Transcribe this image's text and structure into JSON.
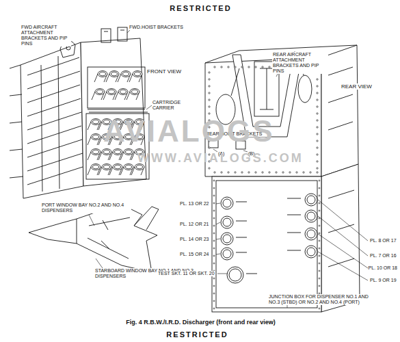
{
  "diagram": {
    "title": "RESTRICTED",
    "caption": "Fig. 4 R.B.W./I.R.D. Discharger (front and rear view)",
    "labels": [
      "FWD AIRCRAFT ATTACHMENT BRACKETS AND PIP PINS",
      "FWD.HOIST BRACKETS",
      "FRONT VIEW",
      "CARTRIDGE CARRIER",
      "PORT WINDOW BAY NO.2 AND NO.4 DISPENSERS",
      "STARBOARD WINDOW BAY NO.1 AND NO.3 DISPENSERS",
      "REAR AIRCRAFT ATTACHMENT BRACKETS AND PIP PINS",
      "REAR VIEW",
      "REAR HOIST BRACKETS",
      "(A)",
      "(B)",
      "PL. 13 OR 22",
      "PL. 12 OR 21",
      "PL. 14 OR 23",
      "PL. 15 OR 24",
      "TEST SKT. 11 OR SKT. 20",
      "PL. 8 OR 17",
      "PL. 7 OR 16",
      "PL. 10 OR 18",
      "PL. 9 OR 19",
      "JUNCTION BOX FOR DISPENSER NO.1 AND NO.3 (STBD) OR NO.2 AND NO.4 (PORT)",
      "RESTRICTED",
      "AVIALOGS",
      "WWW.AVIALOGS.COM"
    ]
  }
}
